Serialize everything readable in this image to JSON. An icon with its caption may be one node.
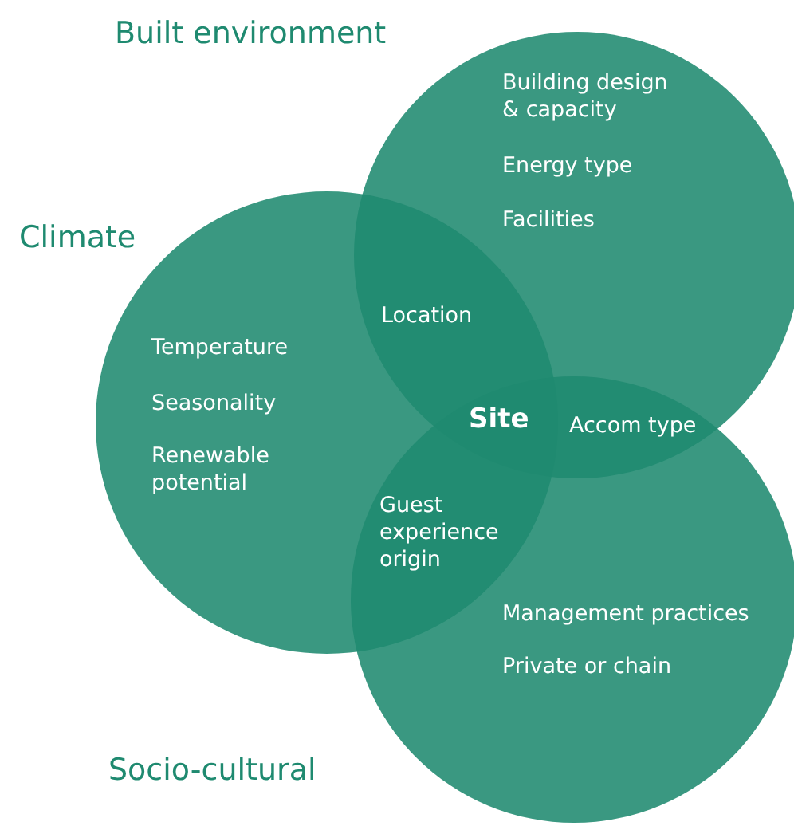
{
  "diagram": {
    "nodes": [
      {
        "text": [
          "Built environment",
          "Building design & capacity",
          "Energy type",
          "Facilities"
        ]
      },
      {
        "text": [
          "Climate",
          "Temperature",
          "Seasonality",
          "Renewable potential"
        ]
      },
      {
        "text": [
          "Socio-cultural",
          "Management practices",
          "Private or chain"
        ]
      }
    ],
    "labels": [
      "Location",
      "Site",
      "Accom type",
      "Guest experience origin"
    ]
  }
}
